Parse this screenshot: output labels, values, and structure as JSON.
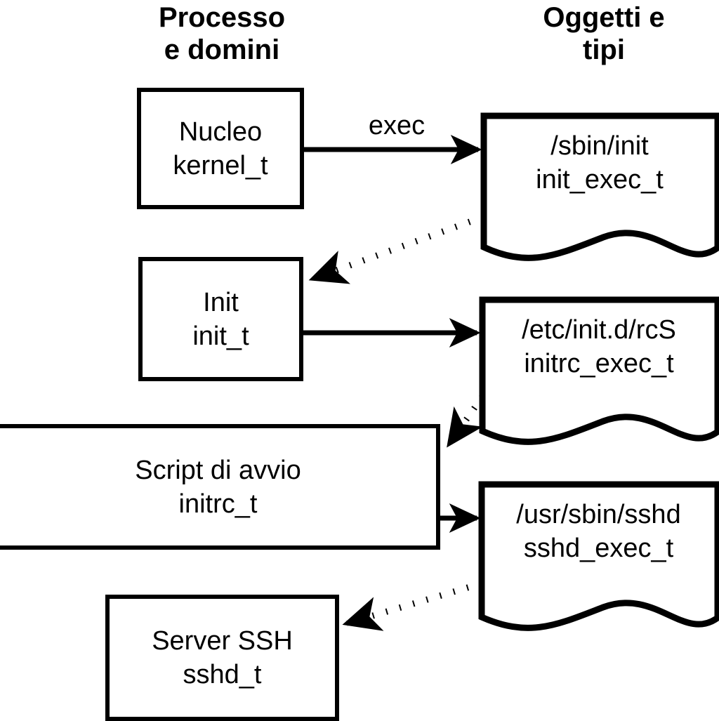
{
  "diagram": {
    "title_columns": {
      "left": "Processo\ne domini",
      "right": "Oggetti e\ntipi"
    },
    "process_boxes": [
      {
        "id": "kernel",
        "label": "Nucleo\nkernel_t"
      },
      {
        "id": "init",
        "label": "Init\ninit_t"
      },
      {
        "id": "initrc",
        "label": "Script di avvio\ninitrc_t"
      },
      {
        "id": "sshd",
        "label": "Server SSH\nsshd_t"
      }
    ],
    "object_docs": [
      {
        "id": "init-exec",
        "label": "/sbin/init\ninit_exec_t"
      },
      {
        "id": "initrc-exec",
        "label": "/etc/init.d/rcS\ninitrc_exec_t"
      },
      {
        "id": "sshd-exec",
        "label": "/usr/sbin/sshd\nsshd_exec_t"
      }
    ],
    "edges": [
      {
        "id": "kernel-to-init-exec",
        "style": "solid",
        "label": "exec"
      },
      {
        "id": "init-exec-to-init",
        "style": "dotted",
        "label": ""
      },
      {
        "id": "init-to-initrc-exec",
        "style": "solid",
        "label": ""
      },
      {
        "id": "initrc-exec-to-initrc",
        "style": "dotted",
        "label": ""
      },
      {
        "id": "initrc-to-sshd-exec",
        "style": "solid",
        "label": ""
      },
      {
        "id": "sshd-exec-to-sshd",
        "style": "dotted",
        "label": ""
      }
    ],
    "colors": {
      "stroke": "#000000",
      "fill": "#ffffff",
      "text": "#000000"
    }
  }
}
